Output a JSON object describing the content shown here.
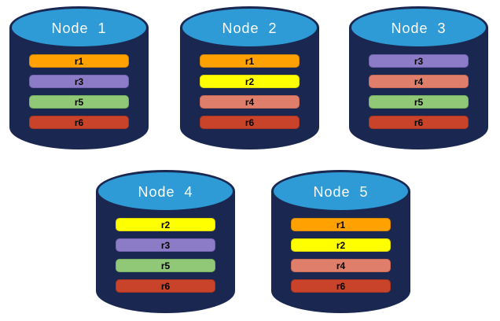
{
  "diagram": {
    "background": "#FFFFFF",
    "cylinder_body_color": "#1A2750",
    "cylinder_top_color": "#2E9BD6",
    "title_text_color": "#FFFFFF",
    "bar_text_color": "#000000"
  },
  "replica_colors": {
    "r1": {
      "fill": "#FFA101",
      "border": "#D88700"
    },
    "r2": {
      "fill": "#FFFF00",
      "border": "#DCD800"
    },
    "r3": {
      "fill": "#8C7BC6",
      "border": "#7563B3"
    },
    "r4": {
      "fill": "#DF7F6B",
      "border": "#C96A56"
    },
    "r5": {
      "fill": "#90C878",
      "border": "#79B163"
    },
    "r6": {
      "fill": "#C8432A",
      "border": "#A83620"
    }
  },
  "nodes": [
    {
      "label": "Node  1",
      "replicas": [
        "r1",
        "r3",
        "r5",
        "r6"
      ]
    },
    {
      "label": "Node  2",
      "replicas": [
        "r1",
        "r2",
        "r4",
        "r6"
      ]
    },
    {
      "label": "Node  3",
      "replicas": [
        "r3",
        "r4",
        "r5",
        "r6"
      ]
    },
    {
      "label": "Node  4",
      "replicas": [
        "r2",
        "r3",
        "r5",
        "r6"
      ]
    },
    {
      "label": "Node  5",
      "replicas": [
        "r1",
        "r2",
        "r4",
        "r6"
      ]
    }
  ]
}
